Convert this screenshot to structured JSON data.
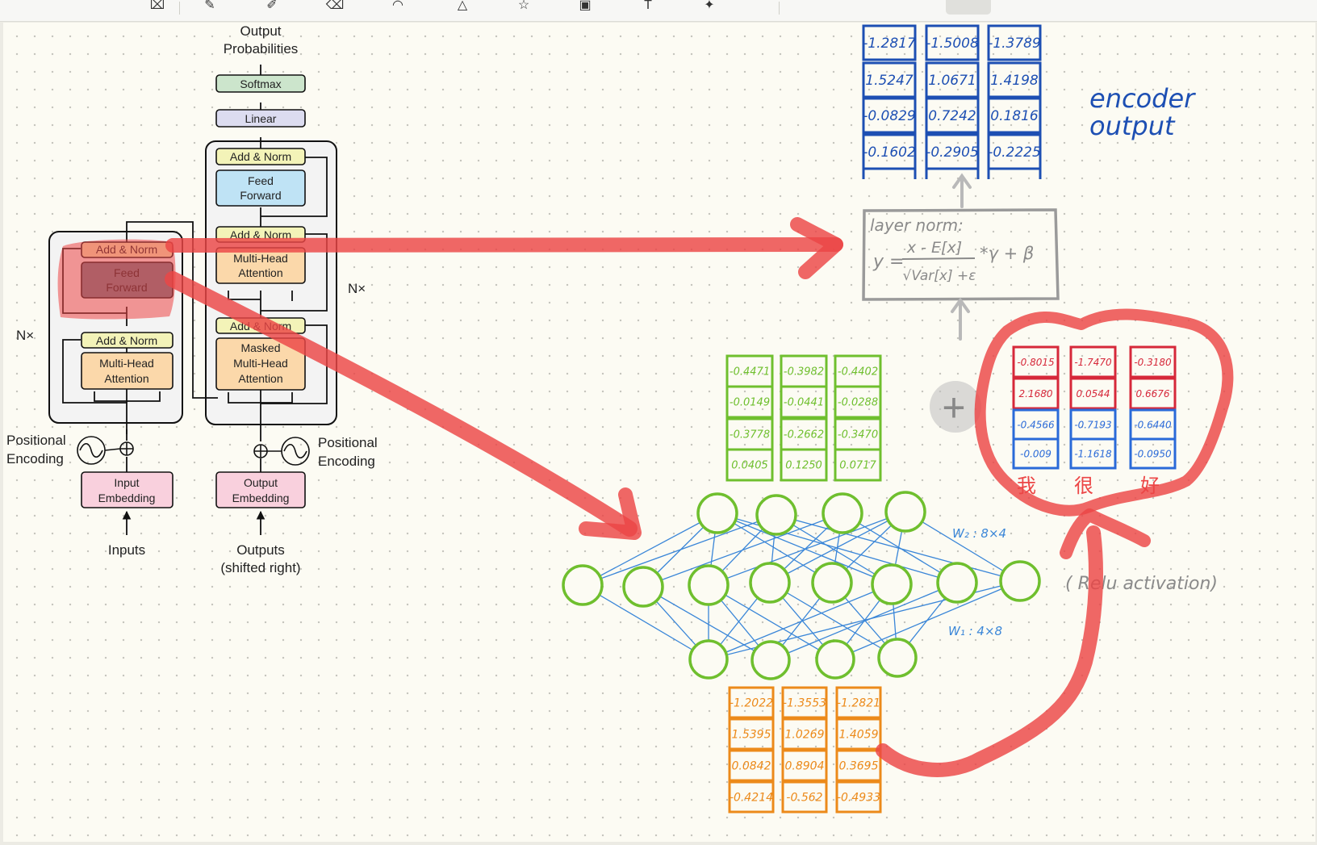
{
  "toolbar": {
    "icons": [
      "select-icon",
      "pen-icon",
      "highlighter-icon",
      "eraser-icon",
      "lasso-icon",
      "shapes-icon",
      "star-icon",
      "image-icon",
      "text-icon",
      "sticker-icon",
      "pointer-icon"
    ]
  },
  "transformer": {
    "output_probabilities": "Output\nProbabilities",
    "softmax": "Softmax",
    "linear": "Linear",
    "add_norm": "Add & Norm",
    "feed_forward": "Feed\nForward",
    "multi_head_attention": "Multi-Head\nAttention",
    "masked_multi_head_attention": "Masked\nMulti-Head\nAttention",
    "nx": "N×",
    "positional_encoding": "Positional\nEncoding",
    "input_embedding": "Input\nEmbedding",
    "output_embedding": "Output\nEmbedding",
    "inputs": "Inputs",
    "outputs": "Outputs\n(shifted right)",
    "colors": {
      "softmax": "#cce5cc",
      "linear": "#dcdcf0",
      "add_norm": "#f3f3b8",
      "feed_forward": "#bfe3f5",
      "attention": "#fbd8aa",
      "embedding": "#f9d0dd",
      "block_bg": "#f3f3f3"
    }
  },
  "notes": {
    "encoder_output": "encoder\noutput",
    "layer_norm_title": "layer norm:",
    "layer_norm_numerator": "x - E[x]",
    "layer_norm_denominator": "√Var[x] +ε",
    "layer_norm_prefix": "y =",
    "layer_norm_suffix": "*γ + β",
    "w2_label": "W₂ : 8×4",
    "w1_label": "W₁ : 4×8",
    "relu_label": "( Relu activation)",
    "plus_sign": "+",
    "chinese_tokens": [
      "我",
      "很",
      "好"
    ]
  },
  "matrices": {
    "encoder_output": [
      [
        "-1.2817",
        "-1.5008",
        "-1.3789"
      ],
      [
        "1.5247",
        "1.0671",
        "1.4198"
      ],
      [
        "-0.0829",
        "0.7242",
        "0.1816"
      ],
      [
        "-0.1602",
        "-0.2905",
        "-0.2225"
      ]
    ],
    "relu_output": [
      [
        "-0.4471",
        "-0.3982",
        "-0.4402"
      ],
      [
        "-0.0149",
        "-0.0441",
        "-0.0288"
      ],
      [
        "-0.3778",
        "-0.2662",
        "-0.3470"
      ],
      [
        "0.0405",
        "0.1250",
        "0.0717"
      ]
    ],
    "ffn_input": [
      [
        "-1.2022",
        "-1.3553",
        "-1.2821"
      ],
      [
        "1.5395",
        "1.0269",
        "1.4059"
      ],
      [
        "0.0842",
        "0.8904",
        "0.3695"
      ],
      [
        "-0.4214",
        "-0.562",
        "-0.4933"
      ]
    ],
    "embedding_red": [
      [
        "-0.8015",
        "-1.7470",
        "-0.3180"
      ],
      [
        "2.1680",
        "0.0544",
        "0.6676"
      ]
    ],
    "embedding_blue": [
      [
        "-0.4566",
        "-0.7193",
        "-0.6440"
      ],
      [
        "-0.009",
        "-1.1618",
        "-0.0950"
      ]
    ]
  },
  "colors": {
    "ink_red": "#ec4646",
    "ink_blue": "#1d4fb3",
    "ink_green": "#6fbf2e",
    "ink_orange": "#ec8a1a",
    "net_line": "#3a86d8",
    "gray": "#9a9a9a"
  }
}
